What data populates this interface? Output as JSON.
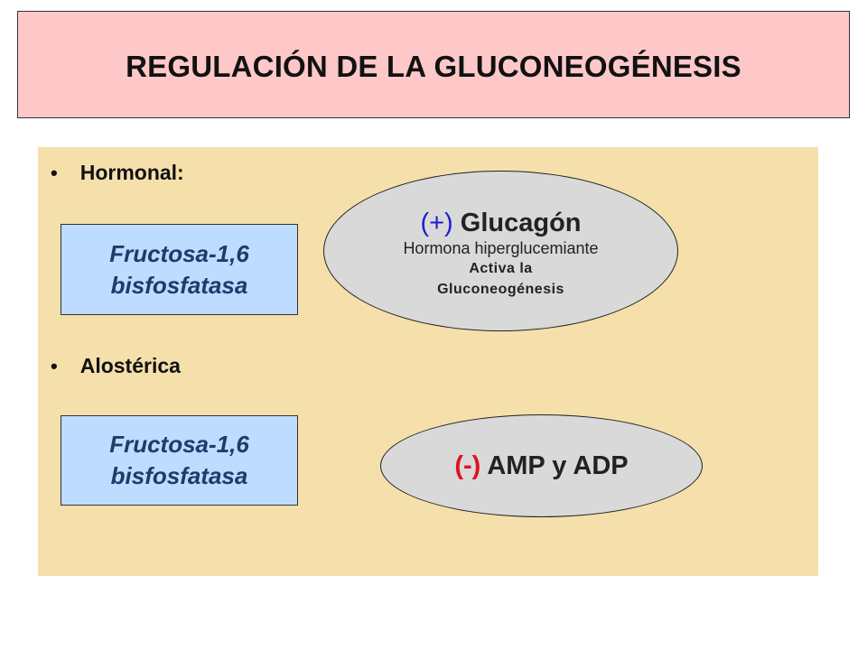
{
  "title": "REGULACIÓN DE LA GLUCONEOGÉNESIS",
  "bullets": [
    {
      "label": "Hormonal:"
    },
    {
      "label": "Alostérica"
    }
  ],
  "enzyme_boxes": [
    {
      "line1": "Fructosa-1,6",
      "line2": "bisfosfatasa"
    },
    {
      "line1": "Fructosa-1,6",
      "line2": "bisfosfatasa"
    }
  ],
  "hormonal_effect": {
    "sign": "(+)",
    "name": "Glucagón",
    "subtitle": "Hormona hiperglucemiante",
    "line1": "Activa la",
    "line2": "Gluconeogénesis"
  },
  "allosteric_effect": {
    "sign": "(-)",
    "name": "AMP y ADP"
  },
  "colors": {
    "title_background": "#ffc8c8",
    "panel_background": "#f5dfab",
    "enzyme_background": "#bddcff",
    "ellipse_background": "#d9d9d9",
    "positive_sign": "#1c1cd0",
    "negative_sign": "#e0141e"
  }
}
